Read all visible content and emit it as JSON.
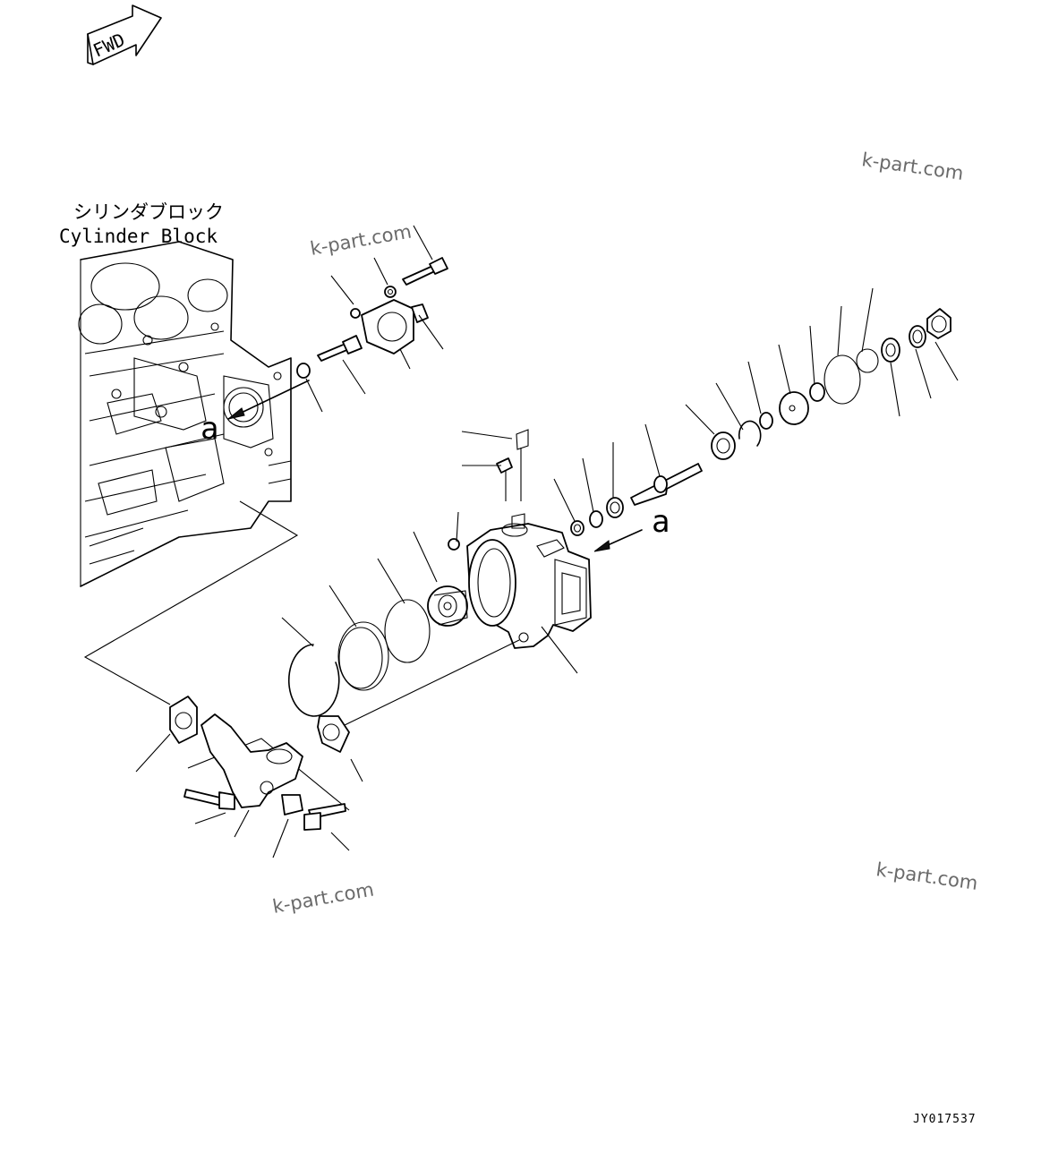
{
  "fwd_label": "FWD",
  "cylinder_block": {
    "label_jp": "シリンダブロック",
    "label_en": "Cylinder Block"
  },
  "view_marker": "a",
  "watermarks": [
    "k-part.com",
    "k-part.com",
    "k-part.com",
    "k-part.com"
  ],
  "drawing_code": "JY017537"
}
